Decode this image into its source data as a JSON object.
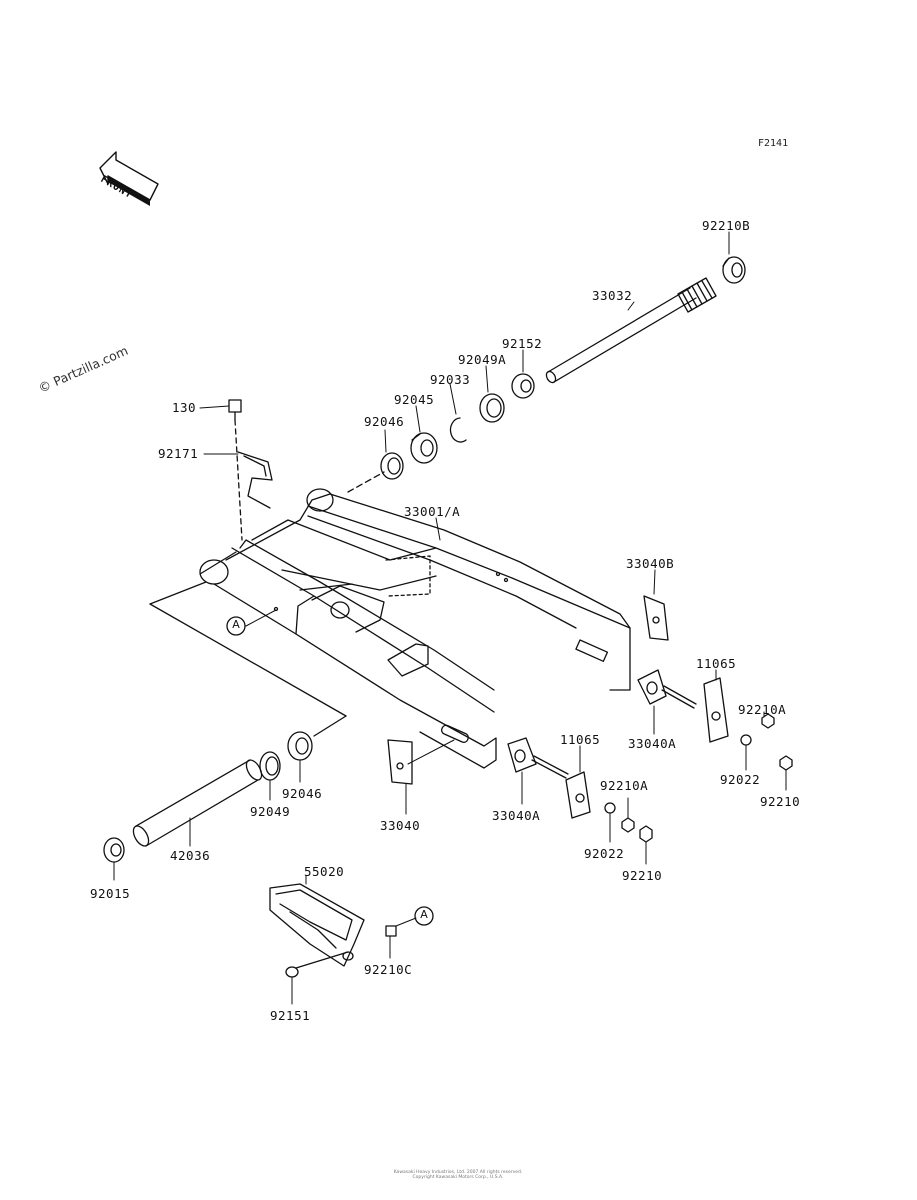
{
  "figure_code": "F2141",
  "watermark": "© Partzilla.com",
  "front_label": "FRONT",
  "ref_marker": "A",
  "footer_line1": "Kawasaki Heavy Industries, Ltd. 2007 All rights reserved.",
  "footer_line2": "Copyright Kawasaki Motors Corp., U.S.A.",
  "labels": {
    "p92210B": "92210B",
    "p33032": "33032",
    "p92152": "92152",
    "p92049A": "92049A",
    "p92033": "92033",
    "p92045": "92045",
    "p92046_top": "92046",
    "p130": "130",
    "p92171": "92171",
    "p33001A": "33001/A",
    "p33040B": "33040B",
    "p11065_r": "11065",
    "p92210A_r": "92210A",
    "p33040A_r": "33040A",
    "p92022_r": "92022",
    "p92210_r": "92210",
    "p11065_m": "11065",
    "p92210A_m": "92210A",
    "p33040A_m": "33040A",
    "p92022_m": "92022",
    "p92210_m": "92210",
    "p33040": "33040",
    "p92046_bot": "92046",
    "p92049": "92049",
    "p42036": "42036",
    "p92015": "92015",
    "p55020": "55020",
    "p92210C": "92210C",
    "p92151": "92151"
  }
}
